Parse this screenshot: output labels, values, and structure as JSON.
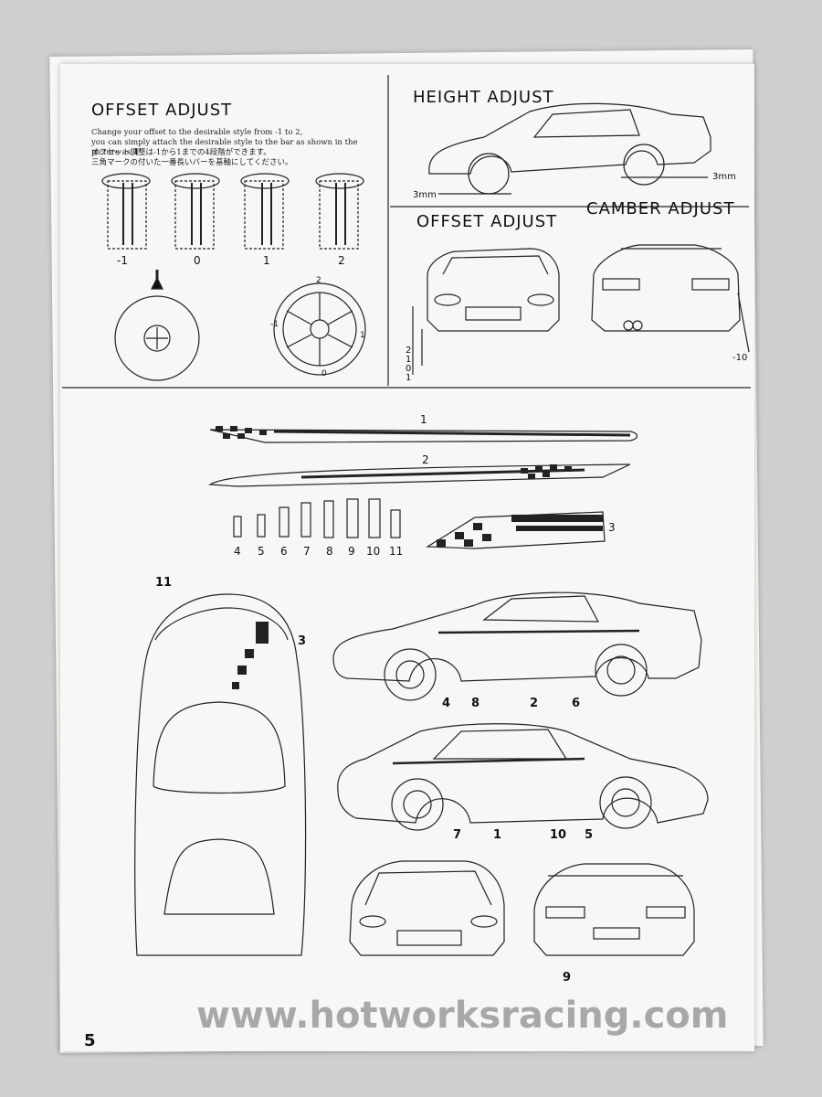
{
  "sections": {
    "offset_left": {
      "title": "OFFSET ADJUST",
      "line1": "Change your offset to the desirable style from -1 to 2,",
      "line2": "you can simply attach the desirable style to the bar as shown in the picture as ⬇",
      "line3": "オフセット調整は-1から1までの4段階ができます。",
      "line4": "三角マークの付いた一番長いバーを基軸にしてください。",
      "steps": [
        "-1",
        "0",
        "1",
        "2"
      ]
    },
    "height": {
      "title": "HEIGHT ADJUST",
      "dim_left": "3mm",
      "dim_right": "3mm"
    },
    "offset_right": {
      "title": "OFFSET ADJUST",
      "steps": [
        "2",
        "1",
        "0",
        "1"
      ]
    },
    "camber": {
      "title": "CAMBER ADJUST",
      "value": "-10"
    },
    "wheel_marks": [
      "2",
      "1",
      "-1",
      "0"
    ]
  },
  "decals": {
    "stripe1": "1",
    "stripe2": "2",
    "small_nums": [
      "4",
      "5",
      "6",
      "7",
      "8",
      "9",
      "10",
      "11"
    ],
    "flag3": "3"
  },
  "placement": {
    "top_view": {
      "n11": "11",
      "n3": "3"
    },
    "side1": [
      "4",
      "8",
      "2",
      "6"
    ],
    "side2": [
      "7",
      "1",
      "10",
      "5"
    ],
    "rear": "9"
  },
  "footer": {
    "website": "www.hotworksracing.com",
    "page_number": "5"
  }
}
